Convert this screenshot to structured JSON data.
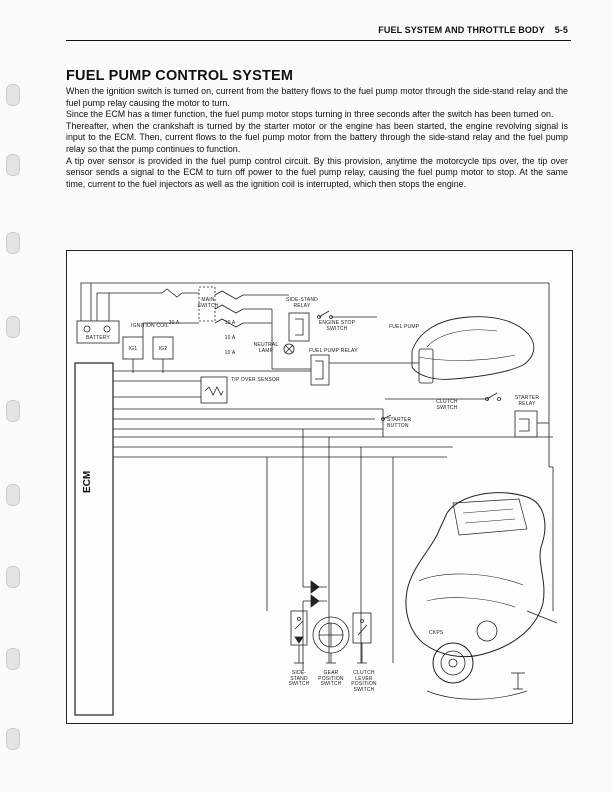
{
  "header": {
    "section_title": "FUEL SYSTEM AND THROTTLE BODY",
    "page_number": "5-5"
  },
  "title": "FUEL PUMP CONTROL SYSTEM",
  "paragraphs": [
    "When the ignition switch is turned on, current from the battery flows to the fuel pump motor through the side-stand relay and the fuel pump relay causing the motor to turn.",
    "Since the ECM has a timer function, the fuel pump motor stops turning in three seconds after the switch has been turned on.",
    "Thereafter, when the crankshaft is turned by the starter motor or the engine has been started, the engine revolving signal is input to the ECM. Then, current flows to the fuel pump motor from the battery through the side-stand relay and the fuel pump relay so that the pump continues to function.",
    "A tip over sensor is provided in the fuel pump control circuit. By this provision, anytime the motorcycle tips over, the tip over sensor sends a signal to the ECM to turn off power to the fuel pump relay, causing the fuel pump motor to stop. At the same time, current to the fuel injectors as well as the ignition coil is interrupted, which then stops the engine."
  ],
  "diagram": {
    "labels": {
      "main_switch": "MAIN\nSWITCH",
      "side_stand_relay": "SIDE-STAND\nRELAY",
      "ignition_coil": "IGNITION COIL",
      "battery": "BATTERY",
      "fuse_30a": "30 A",
      "fuse_10a_1": "10 A",
      "fuse_10a_2": "10 A",
      "fuse_10a_3": "10 A",
      "engine_stop_switch": "ENGINE STOP\nSWITCH",
      "fuel_pump": "FUEL PUMP",
      "neutral_lamp": "NEUTRAL\nLAMP",
      "fuel_pump_relay": "FUEL PUMP RELAY",
      "ig1": "IG1",
      "ig2": "IG2",
      "tip_over_sensor": "TIP OVER SENSOR",
      "clutch_switch": "CLUTCH\nSWITCH",
      "starter_relay": "STARTER\nRELAY",
      "starter_button": "STARTER\nBUTTON",
      "ecm": "ECM",
      "ckps": "CKPS",
      "side_stand_switch": "SIDE-\nSTAND\nSWITCH",
      "gear_position_switch": "GEAR\nPOSITION\nSWITCH",
      "clutch_lever_position_switch": "CLUTCH\nLEVER\nPOSITION\nSWITCH"
    }
  }
}
